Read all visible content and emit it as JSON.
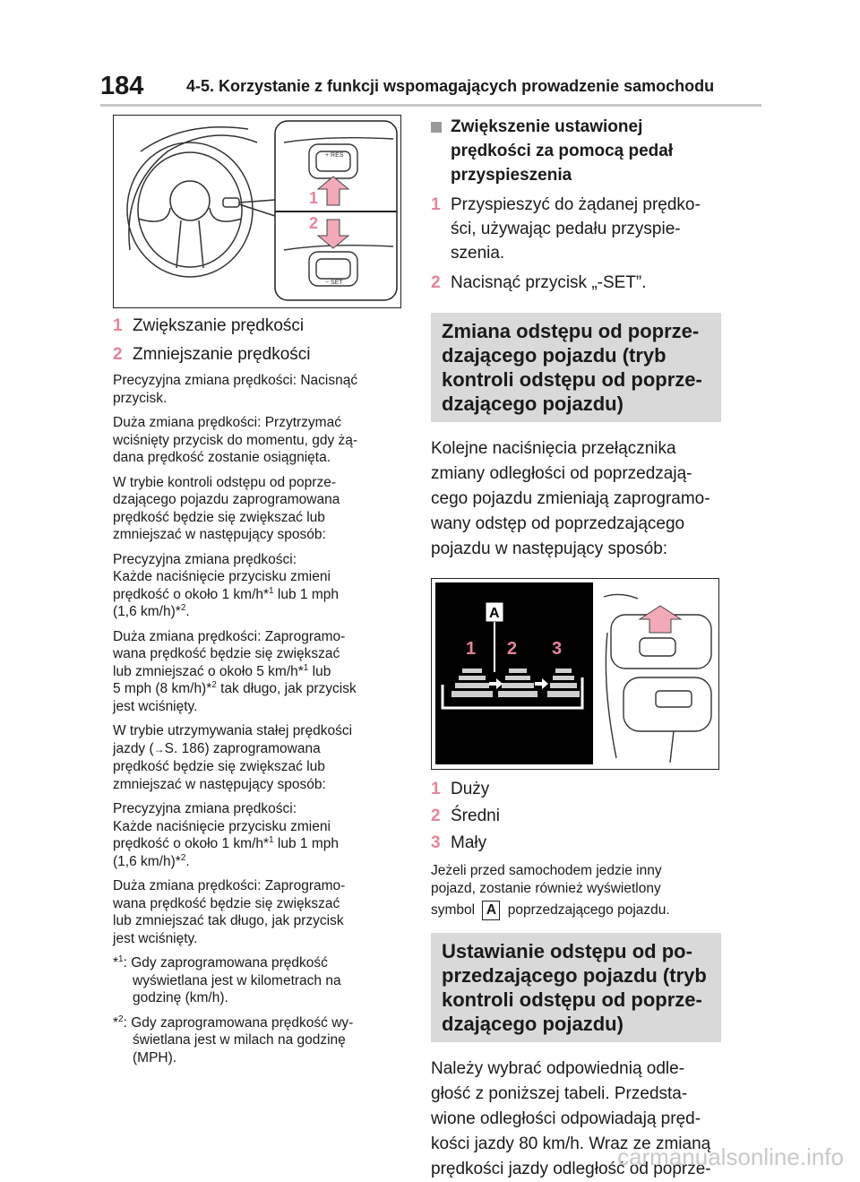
{
  "header": {
    "page_number": "184",
    "title": "4-5. Korzystanie z funkcji wspomagających prowadzenie samochodu"
  },
  "left": {
    "figure1_labels": {
      "res": "+ RES",
      "set": "− SET",
      "one": "1",
      "two": "2"
    },
    "legend": [
      {
        "num": "1",
        "text": "Zwiększanie prędkości"
      },
      {
        "num": "2",
        "text": "Zmniejszanie prędkości"
      }
    ],
    "paragraphs": [
      [
        "Precyzyjna zmiana prędkości: Nacisnąć",
        "przycisk."
      ],
      [
        "Duża zmiana prędkości: Przytrzymać",
        "wciśnięty przycisk do momentu, gdy żą-",
        "dana prędkość zostanie osiągnięta."
      ],
      [
        "W trybie kontroli odstępu od poprze-",
        "dzającego pojazdu zaprogramowana",
        "prędkość będzie się zwiększać lub",
        "zmniejszać w następujący sposób:"
      ],
      [
        "Precyzyjna zmiana prędkości:",
        "Każde naciśnięcie przycisku zmieni"
      ],
      [
        "Duża zmiana prędkości: Zaprogramo-",
        "wana prędkość będzie się zwiększać"
      ],
      [
        "W trybie utrzymywania stałej prędkości"
      ],
      [
        "Precyzyjna zmiana prędkości:",
        "Każde naciśnięcie przycisku zmieni"
      ],
      [
        "Duża zmiana prędkości: Zaprogramo-",
        "wana prędkość będzie się zwiększać",
        "lub zmniejszać tak długo, jak przycisk",
        "jest wciśnięty."
      ]
    ],
    "p4": {
      "a": "prędkość o około 1 km/h*",
      "sup1": "1",
      "b": " lub 1 mph",
      "c": "(1,6 km/h)*",
      "sup2": "2",
      "d": "."
    },
    "p5": {
      "a": "lub zmniejszać o około 5 km/h*",
      "sup1": "1",
      "b": " lub",
      "c": "5 mph (8 km/h)*",
      "sup2": "2",
      "d": " tak długo, jak przycisk",
      "e": "jest wciśnięty."
    },
    "p6": {
      "a": "jazdy (",
      "arrow": "→",
      "b": "S. 186) zaprogramowana",
      "c": "prędkość będzie się zwiększać lub",
      "d": "zmniejszać w następujący sposób:"
    },
    "p7": {
      "a": "prędkość o około 1 km/h*",
      "sup1": "1",
      "b": " lub 1 mph",
      "c": "(1,6 km/h)*",
      "sup2": "2",
      "d": "."
    },
    "footnotes": [
      {
        "mark": "*",
        "sup": "1",
        "lines": [
          ": Gdy zaprogramowana prędkość",
          "wyświetlana jest w kilometrach na",
          "godzinę (km/h)."
        ]
      },
      {
        "mark": "*",
        "sup": "2",
        "lines": [
          ": Gdy zaprogramowana prędkość wy-",
          "świetlana jest w milach na godzinę",
          "(MPH)."
        ]
      }
    ]
  },
  "right": {
    "subheading": [
      "Zwiększenie ustawionej",
      "prędkości za pomocą pedał",
      "przyspieszenia"
    ],
    "steps": [
      {
        "num": "1",
        "lines": [
          "Przyspieszyć do żądanej prędko-",
          "ści, używając pedału przyspie-",
          "szenia."
        ]
      },
      {
        "num": "2",
        "lines": [
          "Nacisnąć przycisk „-SET”."
        ]
      }
    ],
    "box1": [
      "Zmiana odstępu od poprze-",
      "dzającego pojazdu (tryb",
      "kontroli odstępu od poprze-",
      "dzającego pojazdu)"
    ],
    "para1": [
      "Kolejne naciśnięcia przełącznika",
      "zmiany odległości od poprzedzają-",
      "cego pojazdu zmieniają zaprogramo-",
      "wany odstęp od poprzedzającego",
      "pojazdu w następujący sposób:"
    ],
    "figure2_labels": {
      "a": "A",
      "one": "1",
      "two": "2",
      "three": "3"
    },
    "legend": [
      {
        "num": "1",
        "text": "Duży"
      },
      {
        "num": "2",
        "text": "Średni"
      },
      {
        "num": "3",
        "text": "Mały"
      }
    ],
    "note": [
      "Jeżeli przed samochodem jedzie inny",
      "pojazd, zostanie również wyświetlony"
    ],
    "note_symbol": {
      "before": "symbol",
      "icon": "A",
      "after": "poprzedzającego pojazdu."
    },
    "box2": [
      "Ustawianie odstępu od po-",
      "przedzającego pojazdu (tryb",
      "kontroli odstępu od poprze-",
      "dzającego pojazdu)"
    ],
    "para2": [
      "Należy wybrać odpowiednią odle-",
      "głość z poniższej tabeli. Przedsta-",
      "wione odległości odpowiadają pręd-",
      "kości jazdy 80 km/h. Wraz ze zmianą",
      "prędkości jazdy odległość od poprze-"
    ]
  },
  "footer": {
    "watermark": "carmanualsonline.info"
  },
  "colors": {
    "accent_pink": "#e8839a",
    "box_grey": "#d9d9d9"
  }
}
